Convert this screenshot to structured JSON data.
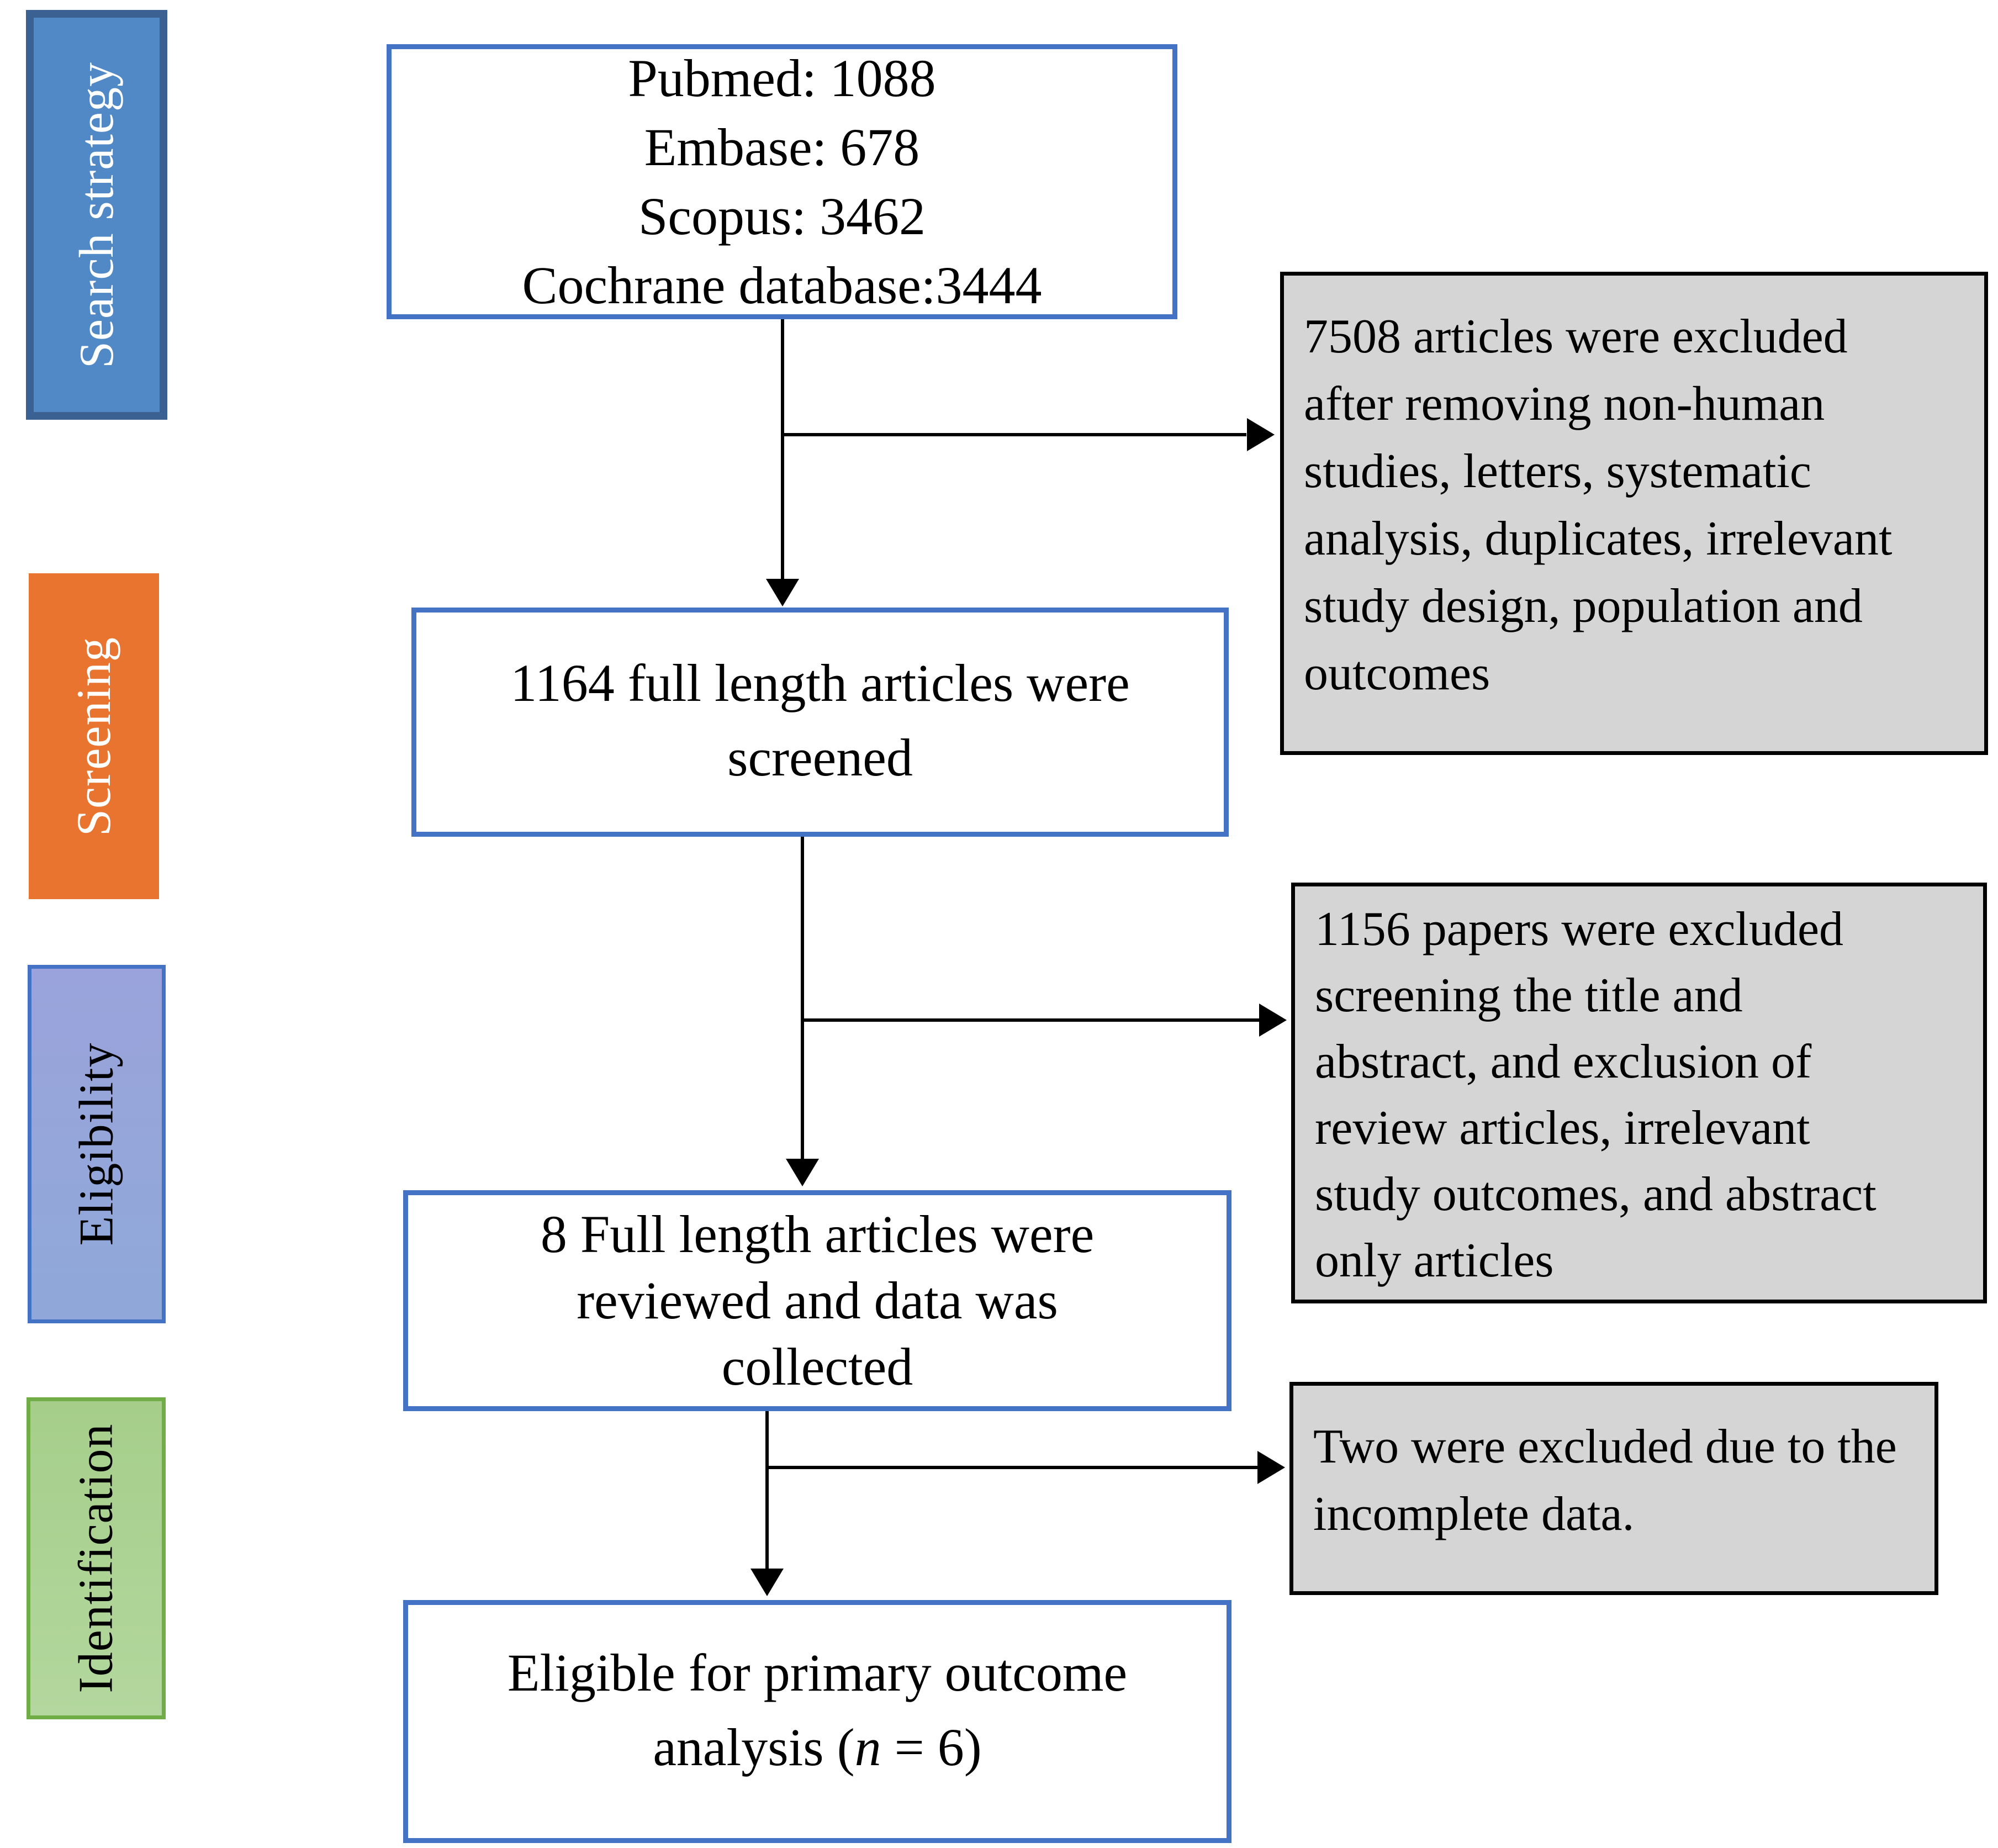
{
  "diagram": {
    "type": "PRISMA-style literature flow diagram",
    "phases": [
      {
        "label": "Search strategy",
        "fill": "#5089C5",
        "border": "#3A6191",
        "text_color": "#FFFFFF"
      },
      {
        "label": "Screening",
        "fill": "#E8742F",
        "border": "#E8742F",
        "text_color": "#FFFFFF"
      },
      {
        "label": "Eligibility",
        "fill": "#97A4D9",
        "border": "#4472C4",
        "text_color": "#000000"
      },
      {
        "label": "Identification",
        "fill": "#ABD190",
        "border": "#70AD47",
        "text_color": "#000000"
      }
    ],
    "flow_boxes": [
      {
        "lines": [
          "Pubmed: 1088",
          "Embase: 678",
          "Scopus: 3462",
          "Cochrane database:3444"
        ]
      },
      {
        "lines": [
          "1164 full length articles were",
          "screened"
        ]
      },
      {
        "lines": [
          "8 Full length articles were",
          "reviewed and data was",
          "collected"
        ]
      },
      {
        "line1": "Eligible for primary outcome",
        "line2_pre": "analysis (",
        "line2_italic": "n",
        "line2_post": " = 6)"
      }
    ],
    "exclusion_boxes": [
      {
        "text": "7508 articles were excluded\nafter removing non-human\nstudies, letters, systematic\nanalysis, duplicates, irrelevant\nstudy design, population and\noutcomes"
      },
      {
        "text": "1156 papers were excluded\nscreening the title and\nabstract, and exclusion of\nreview articles, irrelevant\nstudy outcomes, and abstract\nonly articles"
      },
      {
        "text": "Two were excluded due to the\nincomplete data."
      }
    ],
    "colors": {
      "flow_box_border": "#4472C4",
      "exclusion_fill": "#D5D5D5",
      "exclusion_border": "#000000",
      "arrow": "#000000",
      "background": "#FFFFFF"
    }
  }
}
